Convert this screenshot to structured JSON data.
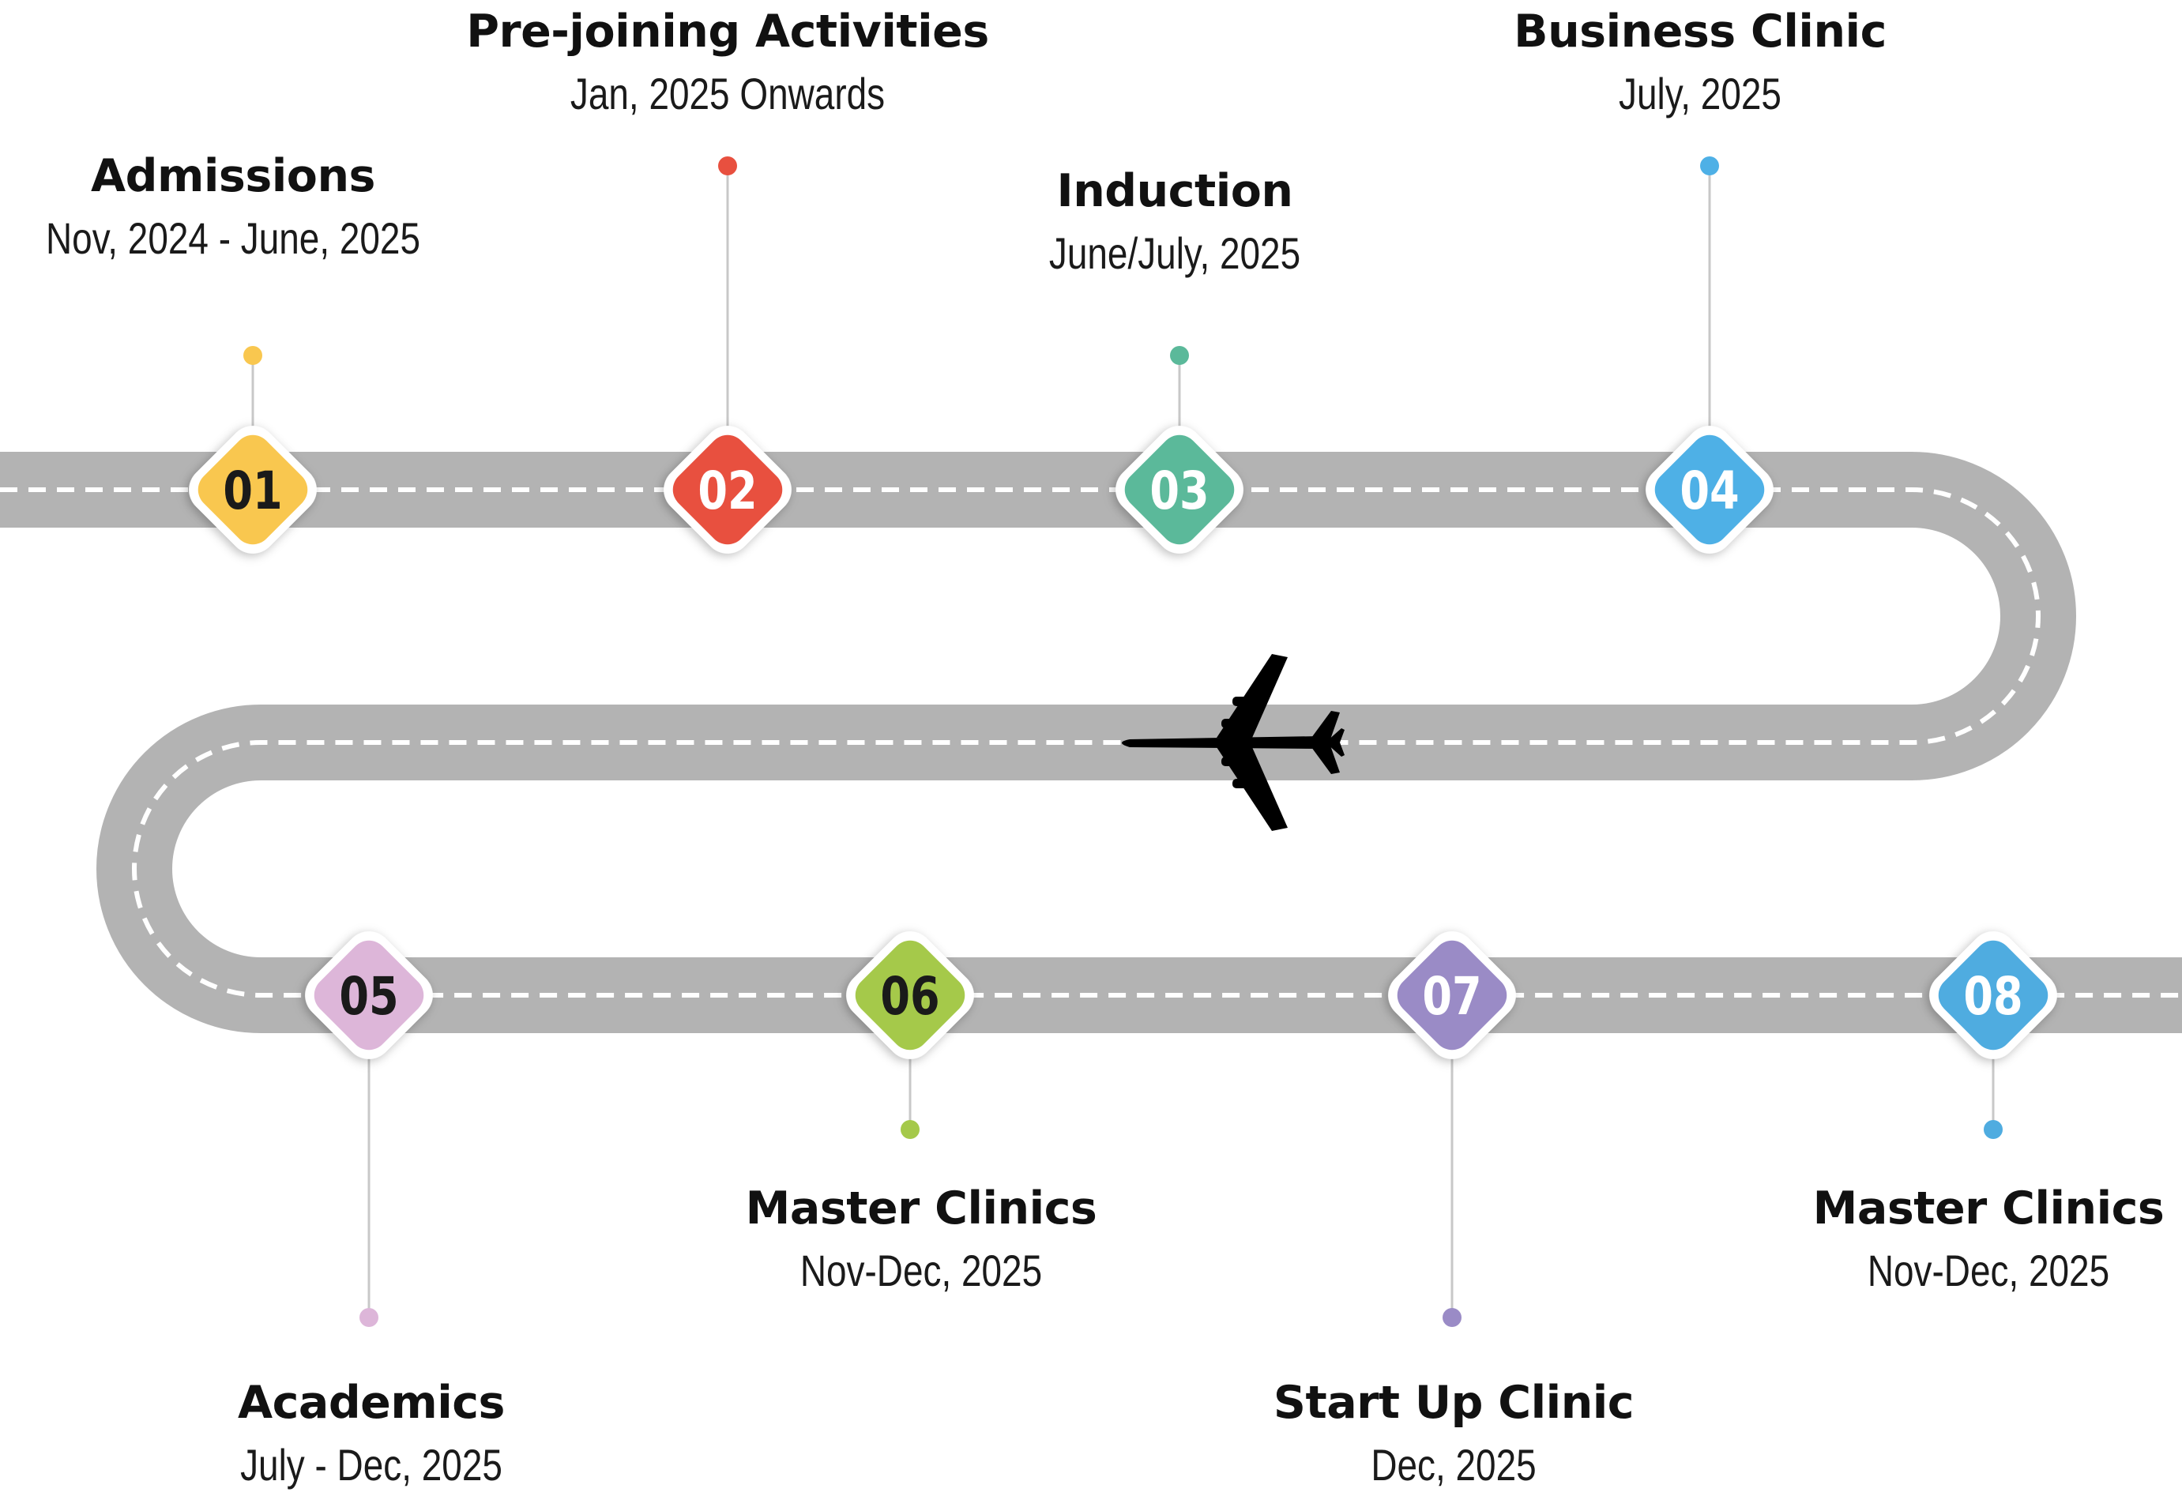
{
  "milestones": [
    {
      "number": "01",
      "title": "Admissions",
      "date": "Nov, 2024 - June, 2025",
      "color": "#F9C74F",
      "number_color": "#1a1a1a",
      "position": "above"
    },
    {
      "number": "02",
      "title": "Pre-joining Activities",
      "date": "Jan, 2025 Onwards",
      "color": "#E8503F",
      "number_color": "#ffffff",
      "position": "above"
    },
    {
      "number": "03",
      "title": "Induction",
      "date": "June/July, 2025",
      "color": "#5BB99A",
      "number_color": "#ffffff",
      "position": "above"
    },
    {
      "number": "04",
      "title": "Business Clinic",
      "date": "July, 2025",
      "color": "#4EB0E6",
      "number_color": "#ffffff",
      "position": "above"
    },
    {
      "number": "05",
      "title": "Academics",
      "date": "July - Dec, 2025",
      "color": "#DDB6D9",
      "number_color": "#1a1a1a",
      "position": "below"
    },
    {
      "number": "06",
      "title": "Master Clinics",
      "date": "Nov-Dec, 2025",
      "color": "#A5C94A",
      "number_color": "#1a1a1a",
      "position": "below"
    },
    {
      "number": "07",
      "title": "Start Up Clinic",
      "date": "Dec, 2025",
      "color": "#9A8BC6",
      "number_color": "#ffffff",
      "position": "below"
    },
    {
      "number": "08",
      "title": "Master Clinics",
      "date": "Nov-Dec, 2025",
      "color": "#4FACE0",
      "number_color": "#ffffff",
      "position": "below"
    }
  ],
  "colors": {
    "road": "#B3B3B3",
    "road_dash": "#ffffff",
    "connector": "#C8C8C8",
    "airplane": "#000000"
  },
  "icons": {
    "airplane": "airplane-icon"
  }
}
